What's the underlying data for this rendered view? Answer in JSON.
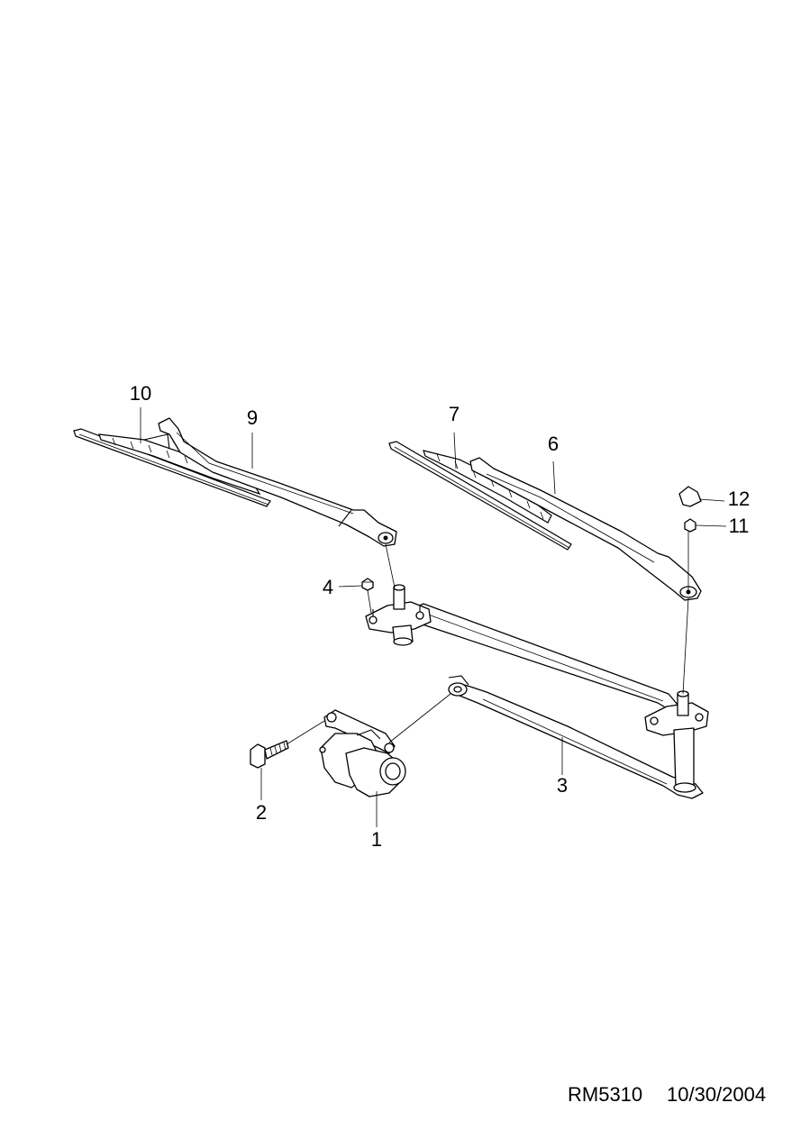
{
  "callouts": [
    {
      "id": "1",
      "text": "1"
    },
    {
      "id": "2",
      "text": "2"
    },
    {
      "id": "3",
      "text": "3"
    },
    {
      "id": "4",
      "text": "4"
    },
    {
      "id": "6",
      "text": "6"
    },
    {
      "id": "7",
      "text": "7"
    },
    {
      "id": "9",
      "text": "9"
    },
    {
      "id": "10",
      "text": "10"
    },
    {
      "id": "11",
      "text": "11"
    },
    {
      "id": "12",
      "text": "12"
    }
  ],
  "footer": {
    "code": "RM5310",
    "date": "10/30/2004"
  },
  "colors": {
    "line": "#000000",
    "background": "#ffffff"
  }
}
